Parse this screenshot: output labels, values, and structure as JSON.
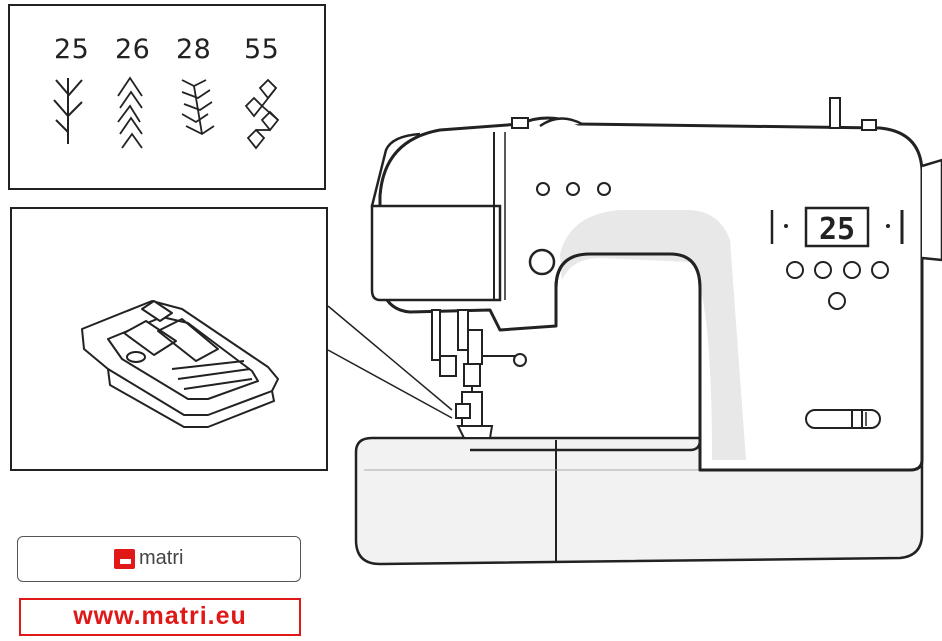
{
  "stitch_panel": {
    "stitches": [
      {
        "number": "25",
        "icon": "stitch-25-icon"
      },
      {
        "number": "26",
        "icon": "stitch-26-icon"
      },
      {
        "number": "28",
        "icon": "stitch-28-icon"
      },
      {
        "number": "55",
        "icon": "stitch-55-icon"
      }
    ]
  },
  "presser_foot_panel": {
    "icon": "presser-foot-icon"
  },
  "machine": {
    "display_value": "25",
    "icon": "sewing-machine-icon"
  },
  "brand": {
    "name": "matri",
    "logo_icon": "matri-logo-icon",
    "accent_color": "#e01818"
  },
  "website": {
    "url": "www.matri.eu"
  }
}
